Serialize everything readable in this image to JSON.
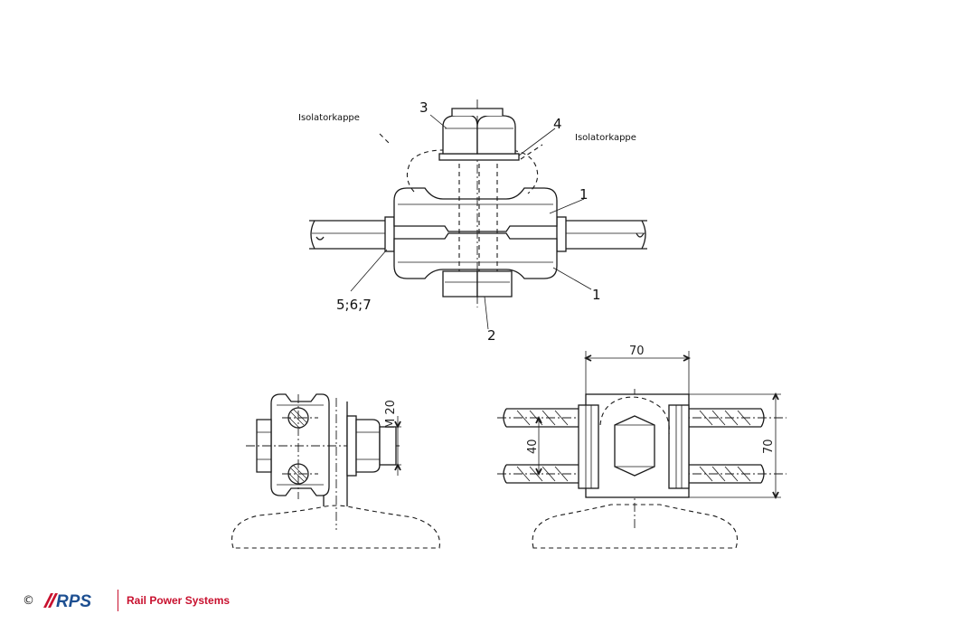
{
  "labels": {
    "isolator_left": "Isolatorkappe",
    "isolator_right": "Isolatorkappe",
    "part_3": "3",
    "part_4": "4",
    "part_1_top": "1",
    "part_1_bottom": "1",
    "part_2": "2",
    "parts_567": "5;6;7"
  },
  "dimensions": {
    "thread": "M 20",
    "spacing": "40",
    "width": "70",
    "height": "70"
  },
  "footer": {
    "copyright": "©",
    "logo_text": "RPS",
    "company": "Rail Power Systems"
  },
  "colors": {
    "brand_blue": "#1d4f91",
    "brand_red": "#c8102e",
    "line": "#1a1a1a"
  }
}
